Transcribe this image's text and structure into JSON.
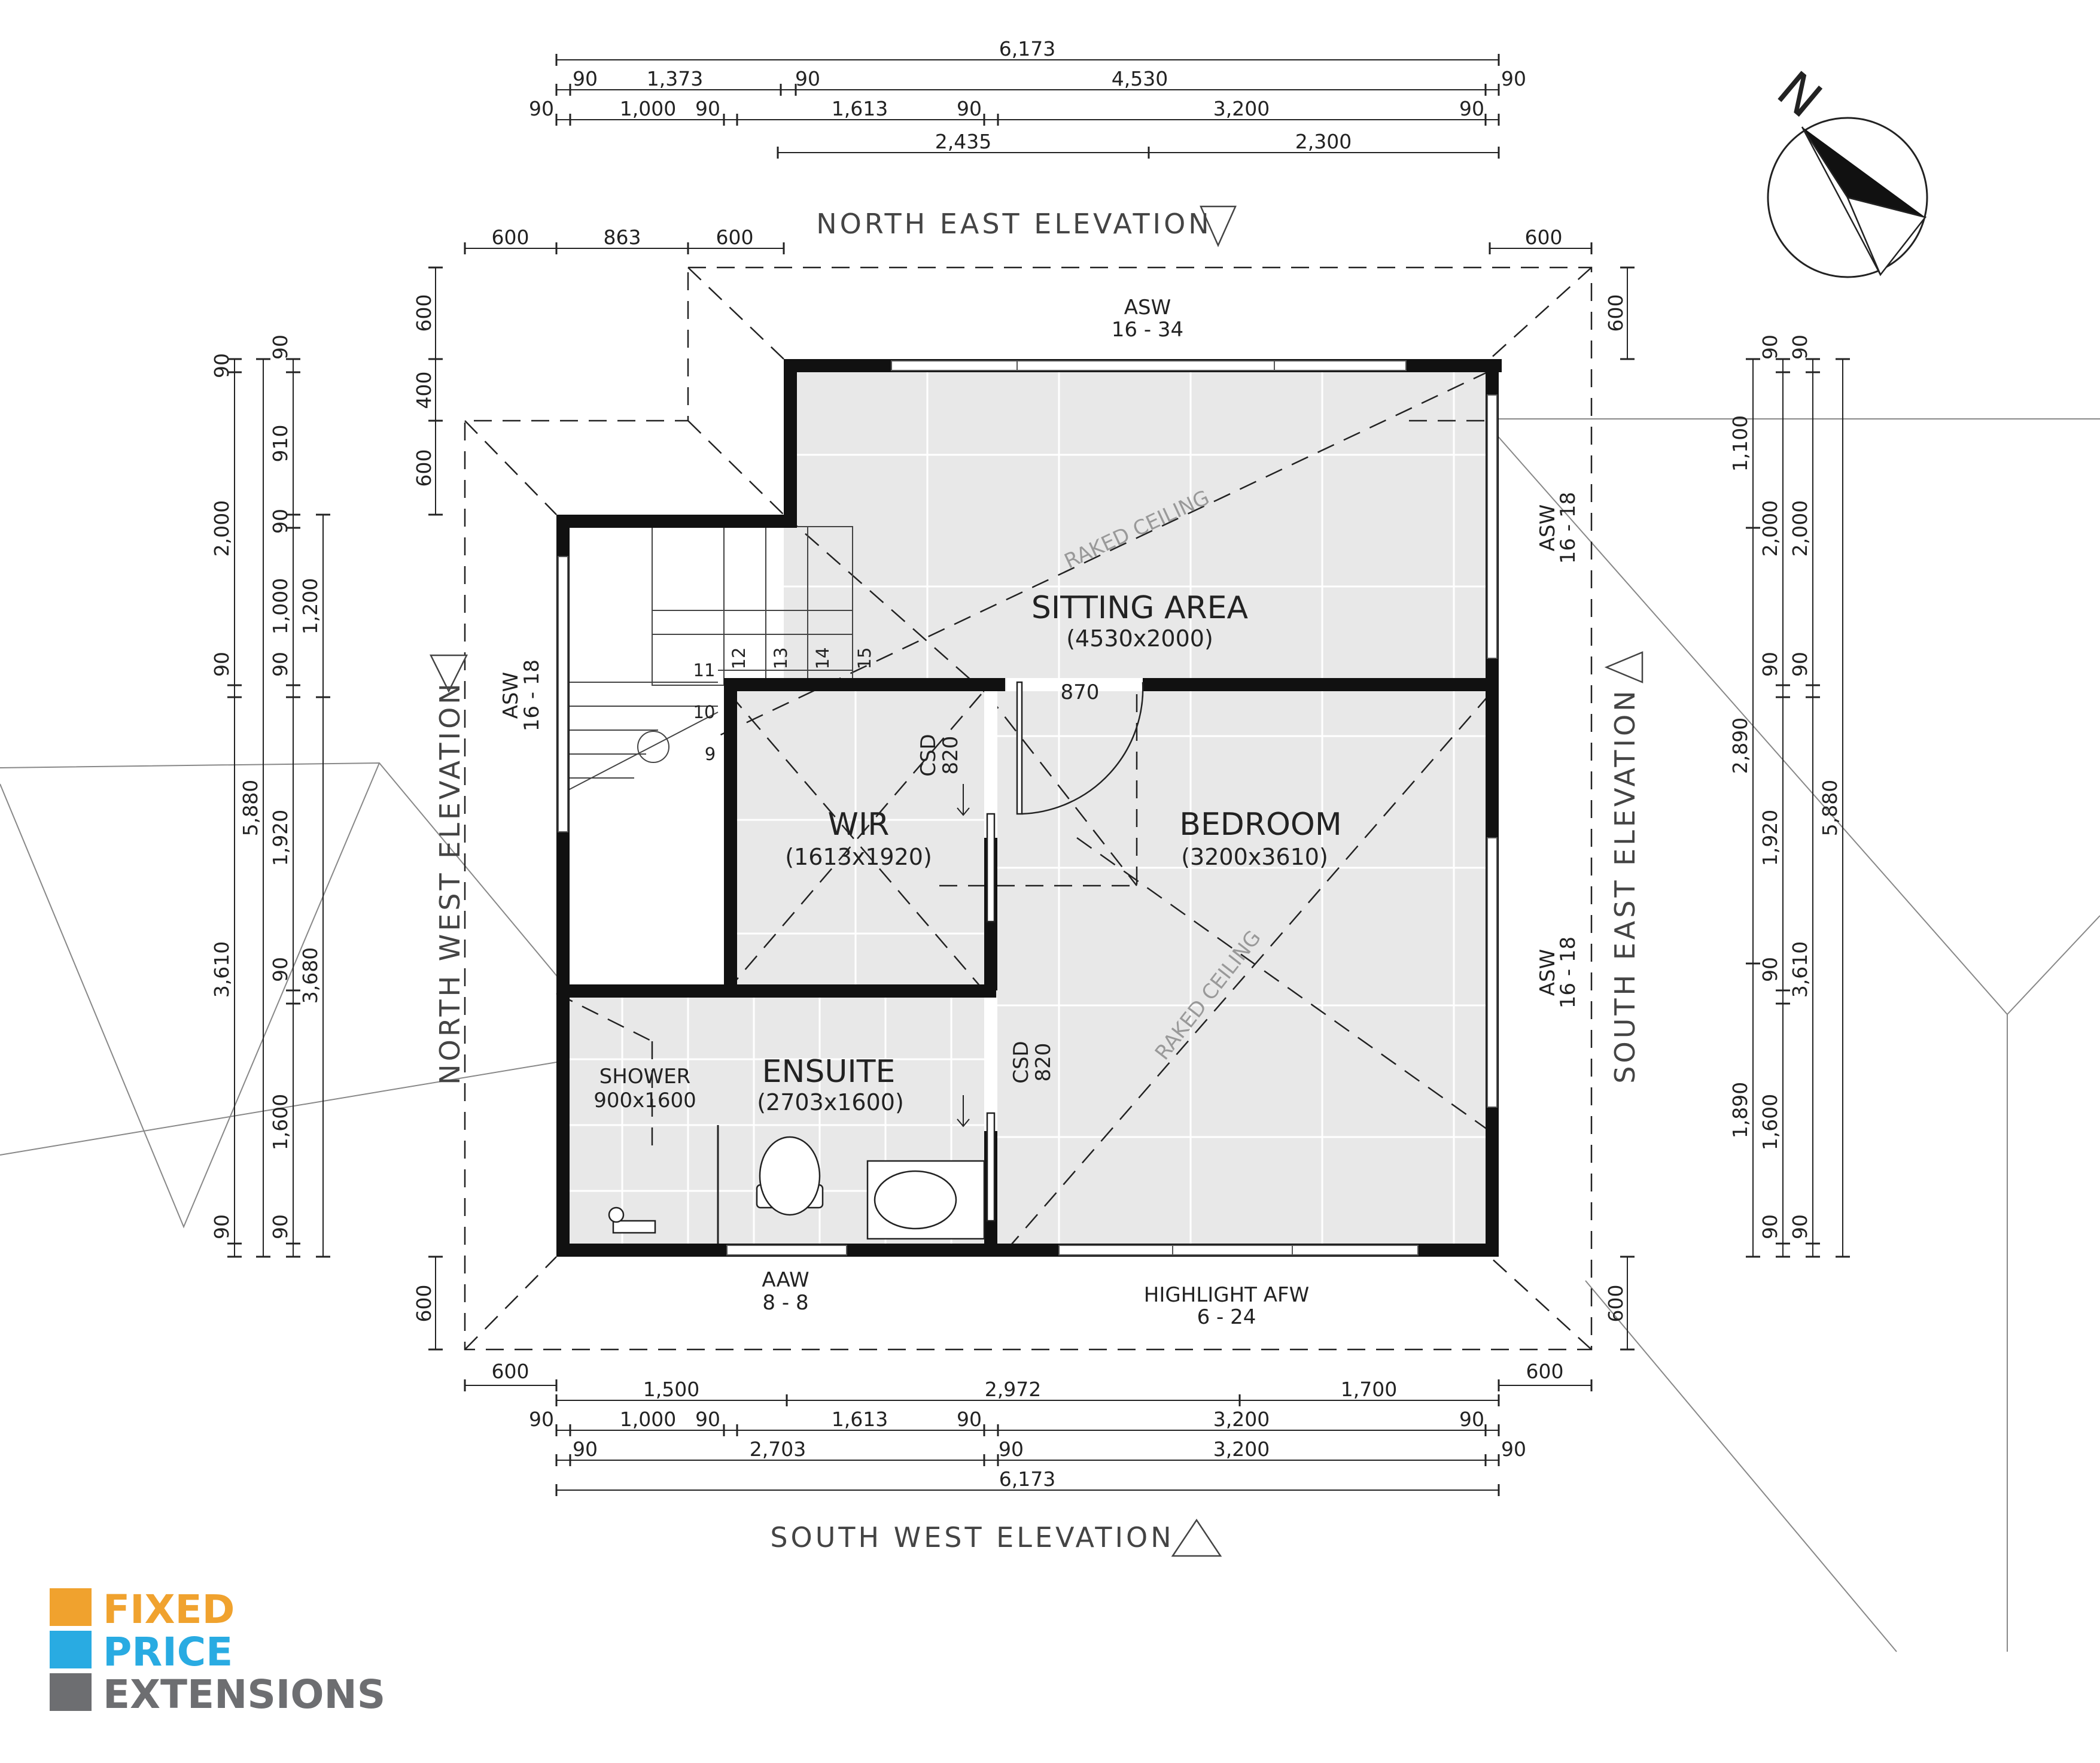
{
  "elevations": {
    "north_east": "NORTH EAST ELEVATION",
    "south_west": "SOUTH WEST ELEVATION",
    "north_west": "NORTH WEST ELEVATION",
    "south_east": "SOUTH EAST ELEVATION"
  },
  "compass": {
    "north_label": "N"
  },
  "rooms": {
    "sitting": {
      "name": "SITTING AREA",
      "size": "(4530x2000)"
    },
    "bedroom": {
      "name": "BEDROOM",
      "size": "(3200x3610)"
    },
    "wir": {
      "name": "WIR",
      "size": "(1613x1920)"
    },
    "ensuite": {
      "name": "ENSUITE",
      "size": "(2703x1600)"
    },
    "shower": {
      "name": "SHOWER",
      "size": "900x1600"
    }
  },
  "ceiling_note": "RAKED CEILING",
  "door_width": "870",
  "windows": {
    "top": {
      "type": "ASW",
      "code": "16 - 34"
    },
    "left": {
      "type": "ASW",
      "code": "16 - 18"
    },
    "right_upper": {
      "type": "ASW",
      "code": "16 - 18"
    },
    "right_lower": {
      "type": "ASW",
      "code": "16 - 18"
    },
    "bottom_left": {
      "type": "AAW",
      "code": "8 - 8"
    },
    "bottom_right": {
      "type": "HIGHLIGHT AFW",
      "code": "6 - 24"
    }
  },
  "sliding_doors": {
    "wir": {
      "type": "CSD",
      "width": "820"
    },
    "ensuite": {
      "type": "CSD",
      "width": "820"
    }
  },
  "stair_numbers": [
    "9",
    "10",
    "11",
    "12",
    "13",
    "14",
    "15"
  ],
  "dims": {
    "top_total": "6,173",
    "top_row2": [
      "90",
      "1,373",
      "90",
      "4,530",
      "90"
    ],
    "top_row3": [
      "90",
      "1,000",
      "90",
      "1,613",
      "90",
      "3,200",
      "90"
    ],
    "top_row4": [
      "2,435",
      "2,300"
    ],
    "eave_top": [
      "600",
      "863",
      "600",
      "600"
    ],
    "eave_left_top": [
      "600",
      "400",
      "600"
    ],
    "eave_right_top": "600",
    "eave_left_bottom": "600",
    "eave_right_bottom": "600",
    "eave_bottom": [
      "600",
      "600"
    ],
    "bottom_row1": [
      "1,500",
      "2,972",
      "1,700"
    ],
    "bottom_row2": [
      "90",
      "1,000",
      "90",
      "1,613",
      "90",
      "3,200",
      "90"
    ],
    "bottom_row3": [
      "90",
      "2,703",
      "90",
      "3,200",
      "90"
    ],
    "bottom_total": "6,173",
    "left_c1": [
      "90",
      "2,000",
      "90",
      "3,610",
      "90"
    ],
    "left_total": "5,880",
    "left_c2": [
      "90",
      "910",
      "90",
      "1,000",
      "90",
      "1,920",
      "90",
      "1,600",
      "90"
    ],
    "left_c3": [
      "1,200",
      "3,680"
    ],
    "right_c1": [
      "1,100",
      "2,890",
      "1,890"
    ],
    "right_c2": [
      "90",
      "2,000",
      "90",
      "1,920",
      "90",
      "1,600",
      "90"
    ],
    "right_c3": [
      "90",
      "2,000",
      "90",
      "3,610",
      "90"
    ],
    "right_total": "5,880"
  },
  "logo": {
    "line1": "FIXED",
    "line2": "PRICE",
    "line3": "EXTENSIONS"
  },
  "colors": {
    "wall": "#111111",
    "floor": "#e8e8e8",
    "fixed": "#f0a22e",
    "price": "#29abe2",
    "extensions": "#6d6e71"
  }
}
